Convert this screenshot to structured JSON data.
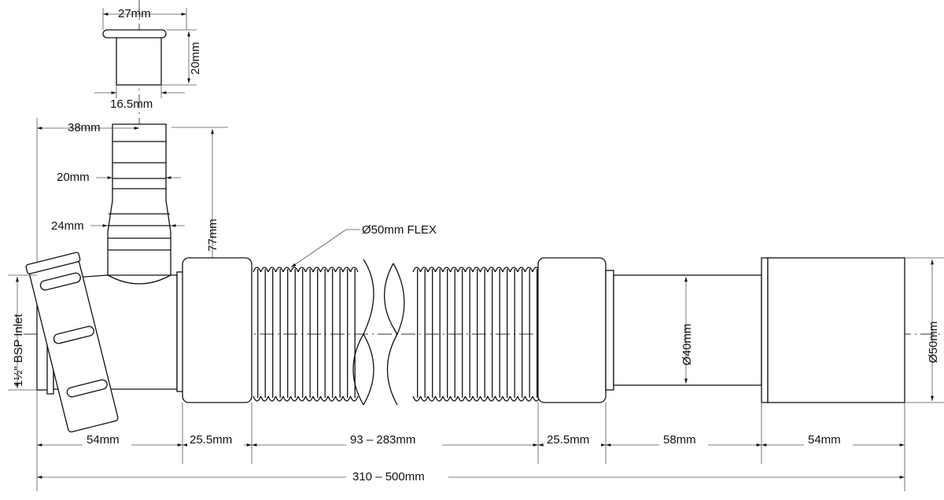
{
  "labels": {
    "cap_width": "27mm",
    "cap_height": "20mm",
    "cap_inner": "16.5mm",
    "barb_offset": "38mm",
    "barb_small": "20mm",
    "barb_large": "24mm",
    "barb_height": "77mm",
    "flex": "Ø50mm FLEX",
    "inlet": "1½\" BSP Inlet",
    "pipe_dia": "Ø40mm",
    "outlet_dia": "Ø50mm",
    "seg_inlet": "54mm",
    "seg_coupling1": "25.5mm",
    "seg_flex": "93 – 283mm",
    "seg_coupling2": "25.5mm",
    "seg_pipe": "58mm",
    "seg_outlet": "54mm",
    "overall": "310 – 500mm"
  }
}
